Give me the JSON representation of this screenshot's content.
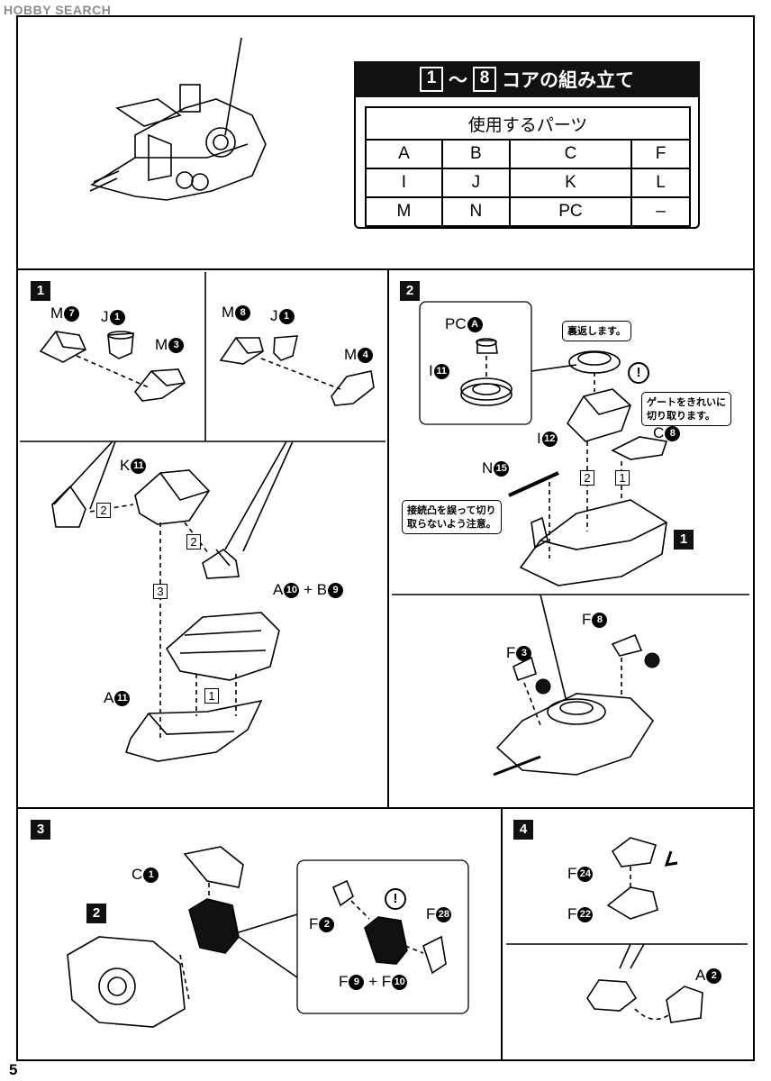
{
  "watermark": "HOBBY SEARCH",
  "page_number": "5",
  "header": {
    "range_start": "1",
    "range_end": "8",
    "tilde": "〜",
    "title": "コアの組み立て",
    "parts_caption": "使用するパーツ",
    "parts_rows": [
      [
        "A",
        "B",
        "C",
        "F"
      ],
      [
        "I",
        "J",
        "K",
        "L"
      ],
      [
        "M",
        "N",
        "PC",
        "–"
      ]
    ]
  },
  "steps": {
    "s1": {
      "number": "1",
      "labels": {
        "m7": {
          "letter": "M",
          "num": "7"
        },
        "j1a": {
          "letter": "J",
          "num": "1"
        },
        "m3": {
          "letter": "M",
          "num": "3"
        },
        "m8": {
          "letter": "M",
          "num": "8"
        },
        "j1b": {
          "letter": "J",
          "num": "1"
        },
        "m4": {
          "letter": "M",
          "num": "4"
        },
        "k11": {
          "letter": "K",
          "num": "11"
        },
        "a10b9": {
          "letter": "A",
          "num": "10",
          "plus": "+",
          "letter2": "B",
          "num2": "9"
        },
        "a11": {
          "letter": "A",
          "num": "11"
        }
      },
      "order": [
        "2",
        "2",
        "3",
        "1"
      ]
    },
    "s2": {
      "number": "2",
      "labels": {
        "pca": {
          "letter": "PC",
          "num": "A"
        },
        "i11": {
          "letter": "I",
          "num": "11"
        },
        "i12": {
          "letter": "I",
          "num": "12"
        },
        "c8": {
          "letter": "C",
          "num": "8"
        },
        "n15": {
          "letter": "N",
          "num": "15"
        },
        "f3": {
          "letter": "F",
          "num": "3"
        },
        "f8": {
          "letter": "F",
          "num": "8"
        }
      },
      "notes": {
        "flip": "裏返します。",
        "gate_1": "ゲートをきれいに",
        "gate_2": "切り取ります。",
        "caution_1": "接続凸を誤って切り",
        "caution_2": "取らないよう注意。"
      },
      "order": [
        "2",
        "1"
      ],
      "ref_step": "1",
      "bang": "!"
    },
    "s3": {
      "number": "3",
      "ref_step": "2",
      "labels": {
        "c1": {
          "letter": "C",
          "num": "1"
        },
        "f2": {
          "letter": "F",
          "num": "2"
        },
        "f28": {
          "letter": "F",
          "num": "28"
        },
        "f9f10": {
          "letter": "F",
          "num": "9",
          "plus": "+",
          "letter2": "F",
          "num2": "10"
        }
      },
      "bang": "!"
    },
    "s4": {
      "number": "4",
      "labels": {
        "f24": {
          "letter": "F",
          "num": "24"
        },
        "f22": {
          "letter": "F",
          "num": "22"
        },
        "a2": {
          "letter": "A",
          "num": "2"
        }
      }
    }
  }
}
